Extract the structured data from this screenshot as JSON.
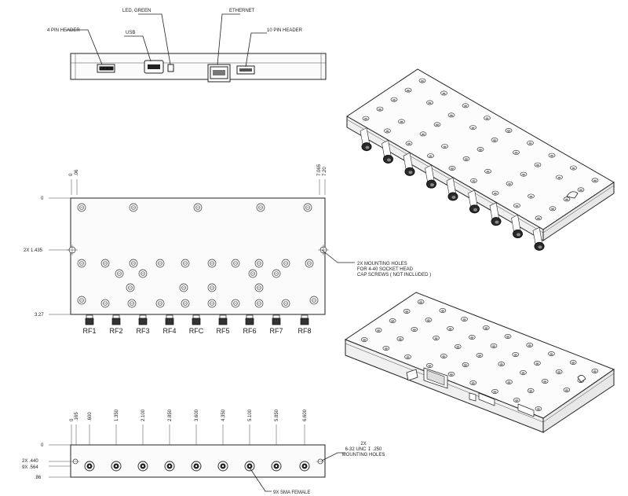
{
  "top_view": {
    "callouts": {
      "four_pin": "4 PIN HEADER",
      "usb": "USB",
      "led": "LED, GREEN",
      "ethernet": "ETHERNET",
      "ten_pin": "10 PIN HEADER"
    }
  },
  "front_view": {
    "vert_dims": [
      "0",
      ".06",
      "7.065",
      "7.20"
    ],
    "horiz_dims": [
      "0",
      "2X 1.435",
      "3.27"
    ],
    "mounting_note": [
      "2X MOUNTING HOLES",
      "FOR 4-40 SOCKET HEAD",
      "CAP SCREWS ( NOT INCLUDED )"
    ],
    "rf_ports": [
      "RF1",
      "RF2",
      "RF3",
      "RF4",
      "RFC",
      "RF5",
      "RF6",
      "RF7",
      "RF8"
    ]
  },
  "bottom_view": {
    "vert_dims": [
      "0",
      ".165",
      ".600",
      "1.350",
      "2.100",
      "2.850",
      "3.600",
      "4.350",
      "5.100",
      "5.850",
      "6.600"
    ],
    "horiz_dims": [
      "0",
      "2X .440",
      "9X .564",
      ".86"
    ],
    "note_right": [
      "2X",
      "6-32 UNC ↧ .250",
      "MOUNTING HOLES"
    ],
    "sma_note": "9X SMA FEMALE"
  }
}
